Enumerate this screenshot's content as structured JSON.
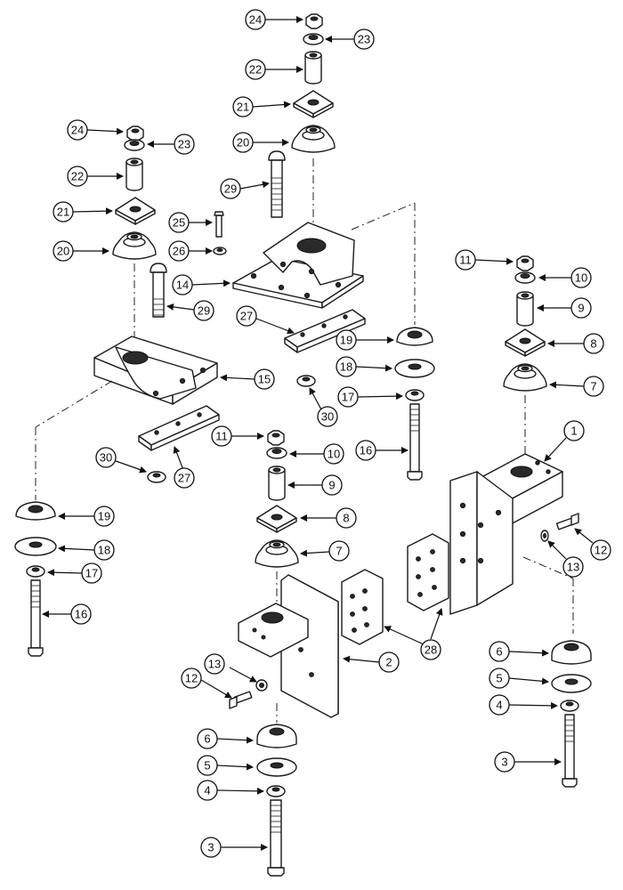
{
  "diagram": {
    "callouts": [
      {
        "id": "c24a",
        "label": "24"
      },
      {
        "id": "c23a",
        "label": "23"
      },
      {
        "id": "c22a",
        "label": "22"
      },
      {
        "id": "c21a",
        "label": "21"
      },
      {
        "id": "c20a",
        "label": "20"
      },
      {
        "id": "c29a",
        "label": "29"
      },
      {
        "id": "c25",
        "label": "25"
      },
      {
        "id": "c26",
        "label": "26"
      },
      {
        "id": "c14",
        "label": "14"
      },
      {
        "id": "c27a",
        "label": "27"
      },
      {
        "id": "c24b",
        "label": "24"
      },
      {
        "id": "c23b",
        "label": "23"
      },
      {
        "id": "c22b",
        "label": "22"
      },
      {
        "id": "c21b",
        "label": "21"
      },
      {
        "id": "c20b",
        "label": "20"
      },
      {
        "id": "c29b",
        "label": "29"
      },
      {
        "id": "c15",
        "label": "15"
      },
      {
        "id": "c30a",
        "label": "30"
      },
      {
        "id": "c27b",
        "label": "27"
      },
      {
        "id": "c30b",
        "label": "30"
      },
      {
        "id": "c19a",
        "label": "19"
      },
      {
        "id": "c18a",
        "label": "18"
      },
      {
        "id": "c17a",
        "label": "17"
      },
      {
        "id": "c16a",
        "label": "16"
      },
      {
        "id": "c19b",
        "label": "19"
      },
      {
        "id": "c18b",
        "label": "18"
      },
      {
        "id": "c17b",
        "label": "17"
      },
      {
        "id": "c16b",
        "label": "16"
      },
      {
        "id": "c11a",
        "label": "11"
      },
      {
        "id": "c10a",
        "label": "10"
      },
      {
        "id": "c9a",
        "label": "9"
      },
      {
        "id": "c8a",
        "label": "8"
      },
      {
        "id": "c7a",
        "label": "7"
      },
      {
        "id": "c1",
        "label": "1"
      },
      {
        "id": "c12a",
        "label": "12"
      },
      {
        "id": "c13a",
        "label": "13"
      },
      {
        "id": "c6a",
        "label": "6"
      },
      {
        "id": "c5a",
        "label": "5"
      },
      {
        "id": "c4a",
        "label": "4"
      },
      {
        "id": "c3a",
        "label": "3"
      },
      {
        "id": "c11b",
        "label": "11"
      },
      {
        "id": "c10b",
        "label": "10"
      },
      {
        "id": "c9b",
        "label": "9"
      },
      {
        "id": "c8b",
        "label": "8"
      },
      {
        "id": "c7b",
        "label": "7"
      },
      {
        "id": "c28",
        "label": "28"
      },
      {
        "id": "c2",
        "label": "2"
      },
      {
        "id": "c13b",
        "label": "13"
      },
      {
        "id": "c12b",
        "label": "12"
      },
      {
        "id": "c6b",
        "label": "6"
      },
      {
        "id": "c5b",
        "label": "5"
      },
      {
        "id": "c4b",
        "label": "4"
      },
      {
        "id": "c3b",
        "label": "3"
      }
    ]
  }
}
